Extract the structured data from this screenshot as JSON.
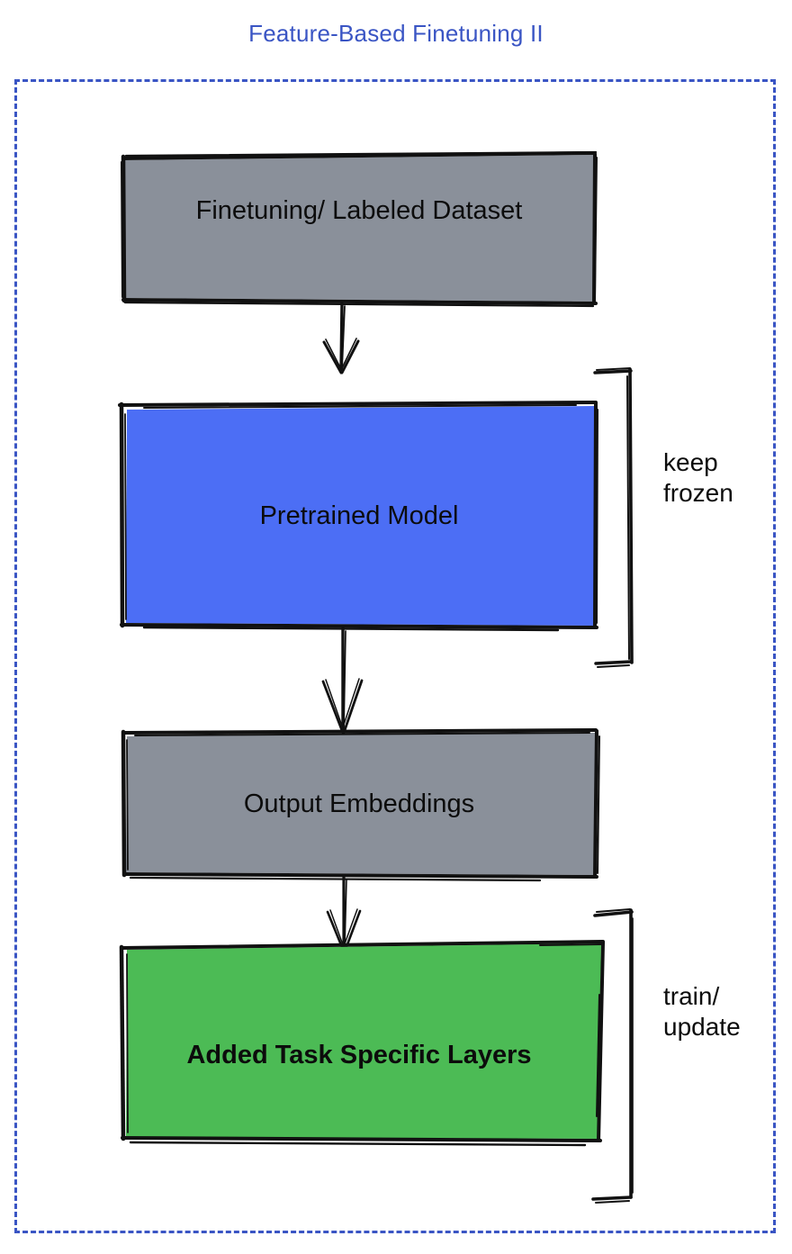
{
  "title": "Feature-Based Finetuning II",
  "colors": {
    "title": "#3a55c4",
    "frame_border": "#3a55c4",
    "gray_box": "#8a909a",
    "blue_box": "#4c6ef5",
    "green_box": "#4cbb55",
    "stroke": "#111111",
    "text": "#0c0c0c",
    "background": "#ffffff"
  },
  "nodes": [
    {
      "id": "finetuning-dataset",
      "label": "Finetuning/ Labeled Dataset",
      "fill": "gray"
    },
    {
      "id": "pretrained-model",
      "label": "Pretrained Model",
      "fill": "blue"
    },
    {
      "id": "output-embeddings",
      "label": "Output Embeddings",
      "fill": "gray"
    },
    {
      "id": "task-layers",
      "label": "Added Task Specific Layers",
      "fill": "green"
    }
  ],
  "connectors": [
    {
      "id": "arrow-dataset-to-model",
      "from": "finetuning-dataset",
      "to": "pretrained-model"
    },
    {
      "id": "arrow-model-to-embeddings",
      "from": "pretrained-model",
      "to": "output-embeddings"
    },
    {
      "id": "arrow-embeddings-to-layers",
      "from": "output-embeddings",
      "to": "task-layers"
    }
  ],
  "annotations": [
    {
      "id": "keep-frozen",
      "text": "keep\nfrozen",
      "targets": [
        "pretrained-model"
      ]
    },
    {
      "id": "train-update",
      "text": "train/\nupdate",
      "targets": [
        "task-layers"
      ]
    }
  ]
}
